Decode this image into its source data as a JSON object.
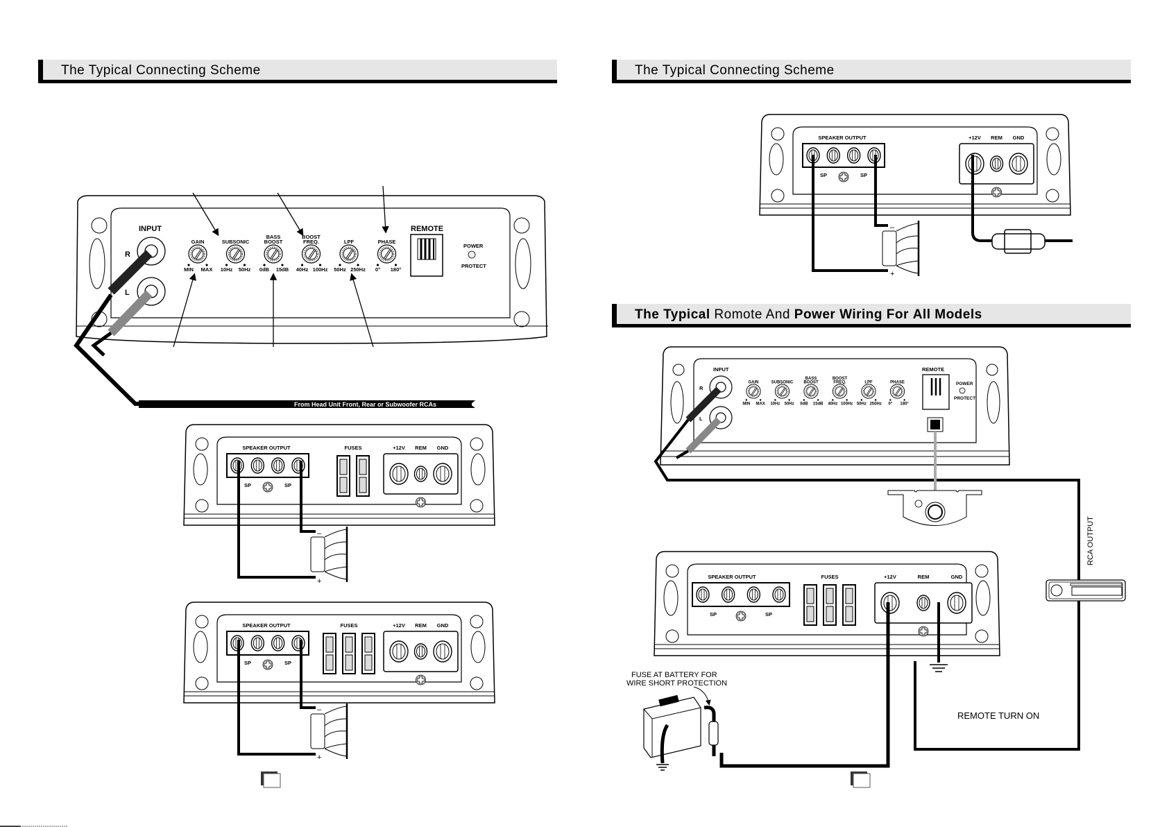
{
  "left_page": {
    "header": "The Typical Connecting Scheme",
    "top_amp": {
      "input_label": "INPUT",
      "channel_r": "R",
      "channel_l": "L",
      "controls": [
        {
          "name": "GAIN",
          "name2": "",
          "min": "MIN",
          "max": "MAX"
        },
        {
          "name": "SUBSONIC",
          "name2": "",
          "min": "10Hz",
          "max": "50Hz"
        },
        {
          "name": "BASS",
          "name2": "BOOST",
          "min": "0dB",
          "max": "15dB"
        },
        {
          "name": "BOOST",
          "name2": "FREQ.",
          "min": "40Hz",
          "max": "100Hz"
        },
        {
          "name": "LPF",
          "name2": "",
          "min": "50Hz",
          "max": "250Hz"
        },
        {
          "name": "PHASE",
          "name2": "",
          "min": "0°",
          "max": "180°"
        }
      ],
      "remote_label": "REMOTE",
      "power_label": "POWER",
      "protect_label": "PROTECT"
    },
    "rca_banner": "From Head Unit Front, Rear or Subwoofer RCAs",
    "amp2": {
      "speaker_output": "SPEAKER OUTPUT",
      "sp": "SP",
      "fuses": "FUSES",
      "fuse_count": 2,
      "plus12v": "+12V",
      "rem": "REM",
      "gnd": "GND",
      "minus": "–",
      "plus": "+"
    },
    "amp3": {
      "speaker_output": "SPEAKER OUTPUT",
      "sp": "SP",
      "fuses": "FUSES",
      "fuse_count": 3,
      "plus12v": "+12V",
      "rem": "REM",
      "gnd": "GND",
      "minus": "–",
      "plus": "+"
    }
  },
  "right_page": {
    "header1": "The Typical Connecting Scheme",
    "amp1": {
      "speaker_output": "SPEAKER OUTPUT",
      "sp": "SP",
      "plus12v": "+12V",
      "rem": "REM",
      "gnd": "GND",
      "minus": "–",
      "plus": "+"
    },
    "header2": {
      "w1": "The",
      "w2": "Typical",
      "w3": "Romote And",
      "w4": "Power",
      "w5": "Wiring",
      "w6": "For",
      "w7": "All",
      "w8": "Models"
    },
    "amp2": {
      "input_label": "INPUT",
      "channel_r": "R",
      "channel_l": "L",
      "controls": [
        {
          "name": "GAIN",
          "name2": "",
          "min": "MIN",
          "max": "MAX"
        },
        {
          "name": "SUBSONIC",
          "name2": "",
          "min": "10Hz",
          "max": "50Hz"
        },
        {
          "name": "BASS",
          "name2": "BOOST",
          "min": "0dB",
          "max": "15dB"
        },
        {
          "name": "BOOST",
          "name2": "FREQ.",
          "min": "40Hz",
          "max": "100Hz"
        },
        {
          "name": "LPF",
          "name2": "",
          "min": "50Hz",
          "max": "250Hz"
        },
        {
          "name": "PHASE",
          "name2": "",
          "min": "0°",
          "max": "180°"
        }
      ],
      "remote_label": "REMOTE",
      "power_label": "POWER",
      "protect_label": "PROTECT"
    },
    "amp3": {
      "speaker_output": "SPEAKER OUTPUT",
      "sp": "SP",
      "fuses": "FUSES",
      "fuse_count": 3,
      "plus12v": "+12V",
      "rem": "REM",
      "gnd": "GND"
    },
    "rca_output": "RCA OUTPUT",
    "fuse_note_line1": "FUSE AT BATTERY FOR",
    "fuse_note_line2": "WIRE SHORT PROTECTION",
    "remote_turn_on": "REMOTE TURN ON"
  }
}
